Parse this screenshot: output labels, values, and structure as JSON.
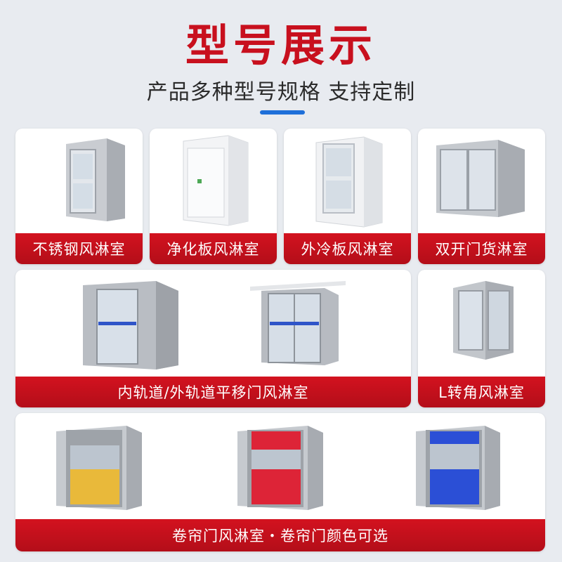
{
  "header": {
    "title": "型号展示",
    "subtitle": "产品多种型号规格 支持定制"
  },
  "products": [
    {
      "label": "不锈钢风淋室",
      "icon": "stainless-air-shower-icon"
    },
    {
      "label": "净化板风淋室",
      "icon": "purification-board-air-shower-icon"
    },
    {
      "label": "外冷板风淋室",
      "icon": "cold-plate-air-shower-icon"
    },
    {
      "label": "双开门货淋室",
      "icon": "double-door-cargo-shower-icon"
    },
    {
      "label": "内轨道/外轨道平移门风淋室",
      "icon": "sliding-door-air-shower-icon"
    },
    {
      "label": "L转角风淋室",
      "icon": "l-corner-air-shower-icon"
    },
    {
      "label": "卷帘门风淋室・卷帘门颜色可选",
      "icon": "roller-shutter-air-shower-icon"
    }
  ],
  "colors": {
    "brand_red": "#c8101e",
    "accent_blue": "#1e6fd9",
    "shutter_colors": [
      "#e9b93a",
      "#dd2437",
      "#2b4fd6"
    ]
  }
}
